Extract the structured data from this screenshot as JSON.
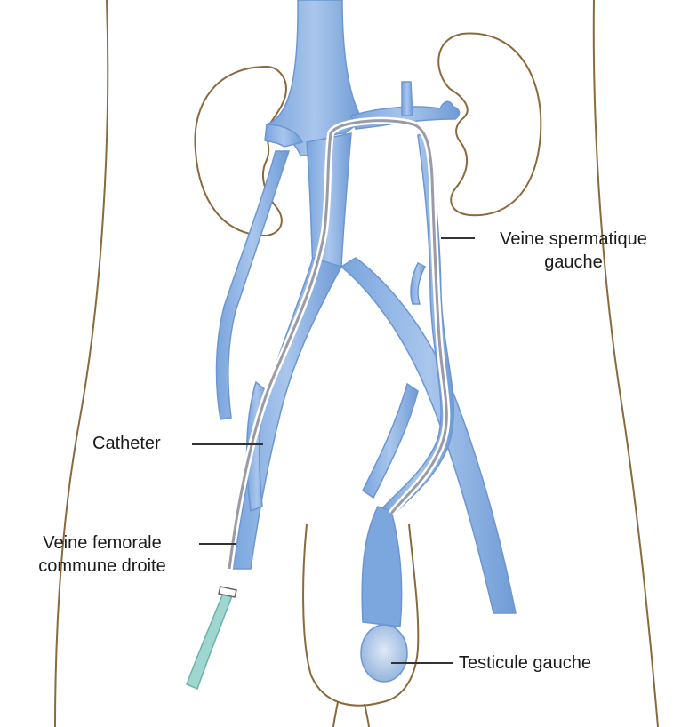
{
  "labels": {
    "veine_spermatique": [
      "Veine spermatique",
      "gauche"
    ],
    "catheter": "Catheter",
    "veine_femorale": [
      "Veine femorale",
      "commune droite"
    ],
    "testicule": "Testicule gauche"
  },
  "colors": {
    "vein": "#8db3e3",
    "vein_dark": "#5f8fcf",
    "outline": "#8a6a3c",
    "catheter": "#9a9aa8",
    "tube": "#9fd6cf",
    "leader": "#333333"
  }
}
